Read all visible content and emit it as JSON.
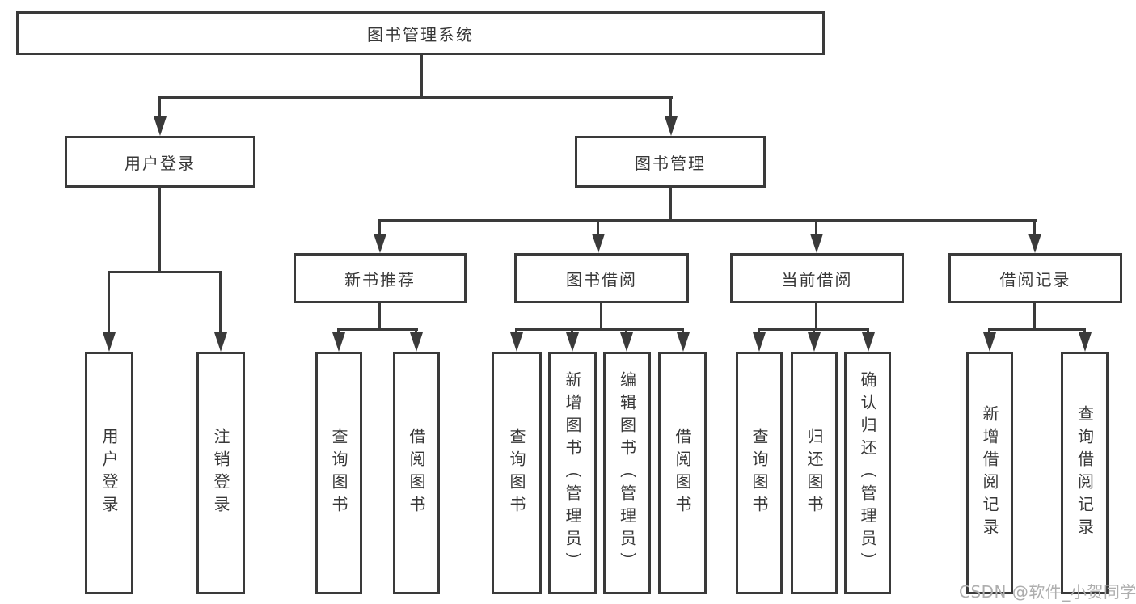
{
  "diagram": {
    "type": "hierarchy-tree",
    "colors": {
      "line": "#3a3a3a",
      "box_border": "#3a3a3a",
      "box_background": "#ffffff",
      "text": "#383838",
      "watermark": "#aeaeae"
    },
    "root": {
      "id": "library-management-system",
      "label": "图书管理系统"
    },
    "level2": [
      {
        "id": "user-login",
        "label": "用户登录",
        "parent": "图书管理系统"
      },
      {
        "id": "book-management",
        "label": "图书管理",
        "parent": "图书管理系统"
      }
    ],
    "level3": [
      {
        "id": "new-book-recommendation",
        "label": "新书推荐",
        "parent": "图书管理"
      },
      {
        "id": "book-borrowing",
        "label": "图书借阅",
        "parent": "图书管理"
      },
      {
        "id": "current-borrowing",
        "label": "当前借阅",
        "parent": "图书管理"
      },
      {
        "id": "borrowing-records",
        "label": "借阅记录",
        "parent": "图书管理"
      }
    ],
    "leaves": [
      {
        "id": "user-login-action",
        "label": "用户登录",
        "parent": "用户登录"
      },
      {
        "id": "logout-action",
        "label": "注销登录",
        "parent": "用户登录"
      },
      {
        "id": "query-books-recommend",
        "label": "查询图书",
        "parent": "新书推荐"
      },
      {
        "id": "borrow-books-recommend",
        "label": "借阅图书",
        "parent": "新书推荐"
      },
      {
        "id": "query-books-borrowing",
        "label": "查询图书",
        "parent": "图书借阅"
      },
      {
        "id": "add-books-admin",
        "label": "新增图书（管理员）",
        "parent": "图书借阅"
      },
      {
        "id": "edit-books-admin",
        "label": "编辑图书（管理员）",
        "parent": "图书借阅"
      },
      {
        "id": "borrow-books-borrowing",
        "label": "借阅图书",
        "parent": "图书借阅"
      },
      {
        "id": "query-books-current",
        "label": "查询图书",
        "parent": "当前借阅"
      },
      {
        "id": "return-books",
        "label": "归还图书",
        "parent": "当前借阅"
      },
      {
        "id": "confirm-return-admin",
        "label": "确认归还（管理员）",
        "parent": "当前借阅"
      },
      {
        "id": "add-borrowing-record",
        "label": "新增借阅记录",
        "parent": "借阅记录"
      },
      {
        "id": "query-borrowing-record",
        "label": "查询借阅记录",
        "parent": "借阅记录"
      }
    ],
    "watermark": "CSDN @软件_小贺同学"
  }
}
